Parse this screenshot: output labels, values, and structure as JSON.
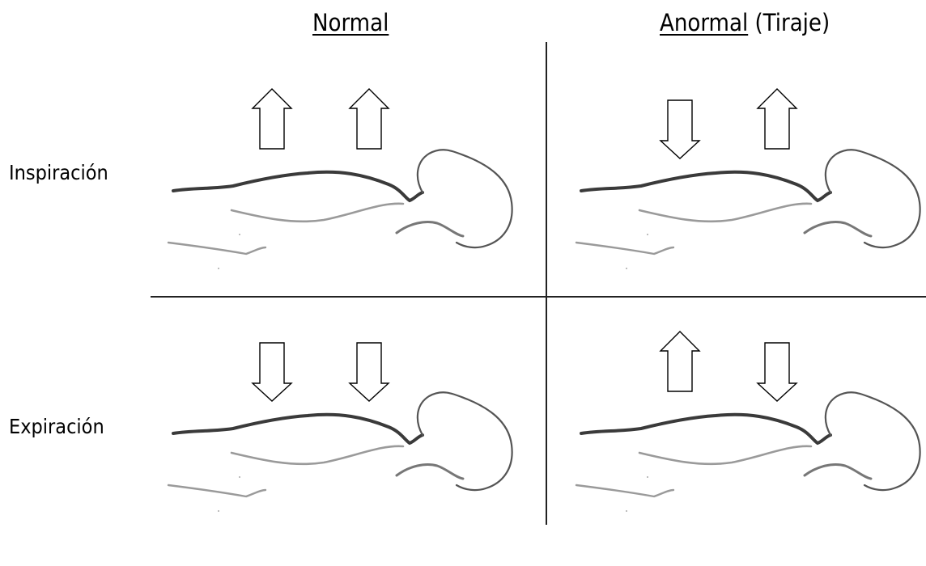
{
  "columns": {
    "normal_label": "Normal",
    "abnormal_label": "Anormal",
    "abnormal_note": "(Tiraje)"
  },
  "rows": {
    "inspiration_label": "Inspiración",
    "expiration_label": "Expiración"
  },
  "panels": [
    {
      "id": "normal-inspiration",
      "chest_arrow": "up",
      "abdomen_arrow": "up"
    },
    {
      "id": "abnormal-inspiration",
      "chest_arrow": "down",
      "abdomen_arrow": "up"
    },
    {
      "id": "normal-expiration",
      "chest_arrow": "down",
      "abdomen_arrow": "down"
    },
    {
      "id": "abnormal-expiration",
      "chest_arrow": "up",
      "abdomen_arrow": "down"
    }
  ],
  "colors": {
    "ink": "#000000",
    "sketch_dark": "#3a3a3a",
    "sketch_light": "#9a9a9a"
  }
}
